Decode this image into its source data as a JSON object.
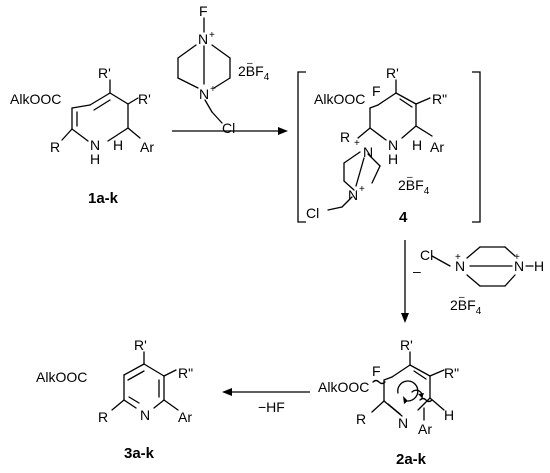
{
  "compounds": {
    "c1": "1a-k",
    "c4": "4",
    "c2": "2a-k",
    "c3": "3a-k"
  },
  "labels": {
    "alkooc": "AlkOOC",
    "r": "R",
    "r1": "R'",
    "r2": "R\"",
    "ar": "Ar",
    "nh_n": "N",
    "nh_h": "H",
    "h": "H",
    "f": "F",
    "n": "N",
    "n_plus": "N",
    "cl": "Cl",
    "bf4_pre": "2B",
    "bf4_f": "F",
    "bf4_sub": "4",
    "plus": "+",
    "minus": "–",
    "hf": "−HF"
  }
}
